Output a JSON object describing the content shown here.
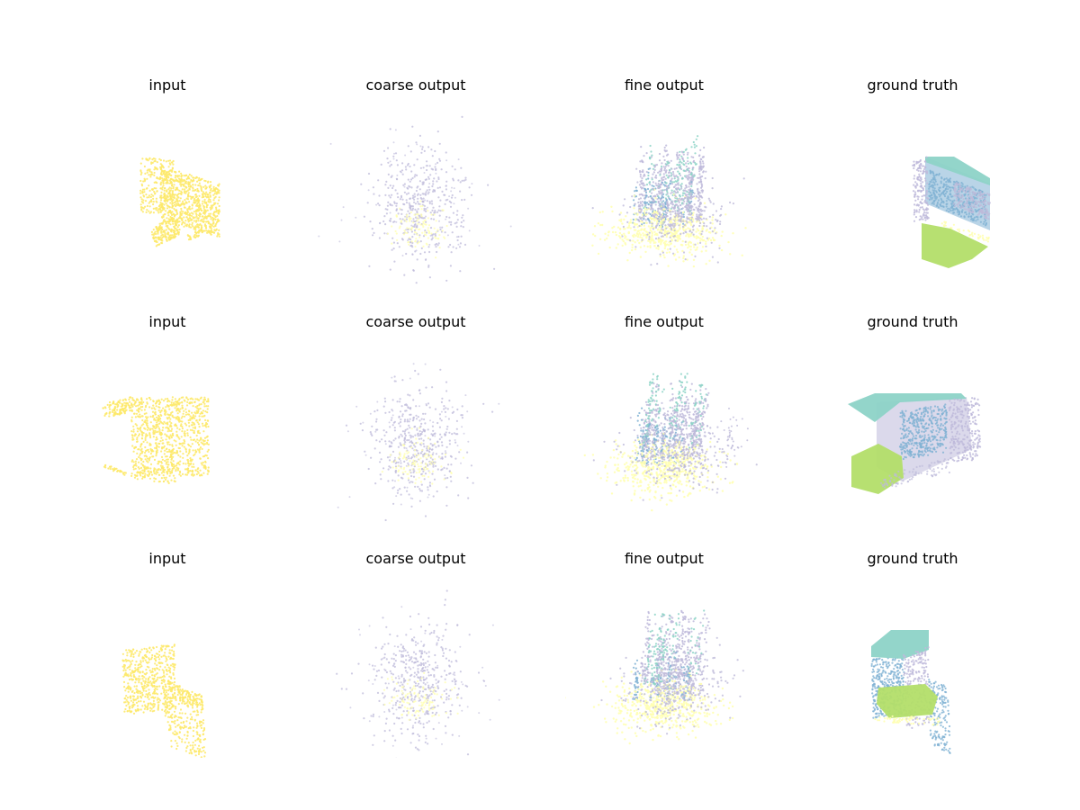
{
  "figure": {
    "rows": [
      {
        "panels": [
          {
            "title": "input",
            "kind": "input",
            "shape": "chair1",
            "seed": 11
          },
          {
            "title": "coarse output",
            "kind": "coarse",
            "seed": 21
          },
          {
            "title": "fine output",
            "kind": "fine",
            "seed": 31
          },
          {
            "title": "ground truth",
            "kind": "gt",
            "shape": "chair1",
            "seed": 41
          }
        ]
      },
      {
        "panels": [
          {
            "title": "input",
            "kind": "input",
            "shape": "chair2",
            "seed": 12
          },
          {
            "title": "coarse output",
            "kind": "coarse",
            "seed": 22
          },
          {
            "title": "fine output",
            "kind": "fine",
            "seed": 32
          },
          {
            "title": "ground truth",
            "kind": "gt",
            "shape": "chair2",
            "seed": 42
          }
        ]
      },
      {
        "panels": [
          {
            "title": "input",
            "kind": "input",
            "shape": "chair3",
            "seed": 13
          },
          {
            "title": "coarse output",
            "kind": "coarse",
            "seed": 23
          },
          {
            "title": "fine output",
            "kind": "fine",
            "seed": 33
          },
          {
            "title": "ground truth",
            "kind": "gt",
            "shape": "chair3",
            "seed": 43
          }
        ]
      }
    ]
  },
  "colors": {
    "input": "#fde96a",
    "part_back": "#8dd3c7",
    "part_seat": "#bebada",
    "part_frame": "#80b1d3",
    "part_cushion": "#b3de69",
    "part_base": "#ffffb3"
  },
  "chart_data": {
    "type": "scatter",
    "subtype": "3d point cloud grid",
    "grid": {
      "rows": 3,
      "columns": 4
    },
    "axes": "hidden",
    "column_titles": [
      "input",
      "coarse output",
      "fine output",
      "ground truth"
    ],
    "series": [
      {
        "color": "#fde96a"
      },
      {
        "color": "#8dd3c7"
      },
      {
        "color": "#bebada"
      },
      {
        "color": "#80b1d3"
      },
      {
        "color": "#b3de69"
      },
      {
        "color": "#ffffb3"
      }
    ]
  }
}
